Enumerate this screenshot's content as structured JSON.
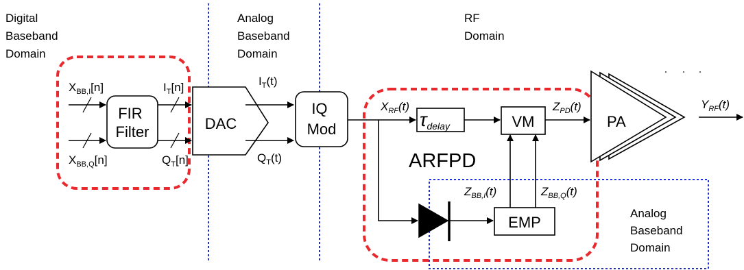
{
  "domains": {
    "digital_baseband": [
      "Digital",
      "Baseband",
      "Domain"
    ],
    "analog_baseband_top": [
      "Analog",
      "Baseband",
      "Domain"
    ],
    "rf": [
      "RF",
      "Domain"
    ],
    "analog_baseband_bottom": [
      "Analog",
      "Baseband",
      "Domain"
    ]
  },
  "blocks": {
    "fir": [
      "FIR",
      "Filter"
    ],
    "dac": "DAC",
    "iq_mod": [
      "IQ",
      "Mod"
    ],
    "tau_symbol": "τ",
    "tau_sub": "delay",
    "vm": "VM",
    "pa": "PA",
    "emp": "EMP",
    "arfpd": "ARFPD"
  },
  "signals": {
    "x_bb_i": {
      "main": "X",
      "sub": "BB,I",
      "tail": "[n]"
    },
    "x_bb_q": {
      "main": "X",
      "sub": "BB,Q",
      "tail": "[n]"
    },
    "i_t_n": {
      "main": "I",
      "sub": "T",
      "tail": "[n]"
    },
    "q_t_n": {
      "main": "Q",
      "sub": "T",
      "tail": "[n]"
    },
    "i_t_t": {
      "main": "I",
      "sub": "T",
      "tail": "(t)"
    },
    "q_t_t": {
      "main": "Q",
      "sub": "T",
      "tail": "(t)"
    },
    "x_rf": {
      "main": "X",
      "sub": "RF",
      "tail": "(t)"
    },
    "z_pd": {
      "main": "Z",
      "sub": "PD",
      "tail": "(t)"
    },
    "y_rf": {
      "main": "Y",
      "sub": "RF",
      "tail": "(t)"
    },
    "z_bb_i": {
      "main": "Z",
      "sub": "BB,I",
      "tail": "(t)"
    },
    "z_bb_q": {
      "main": "Z",
      "sub": "BB,Q",
      "tail": "(t)"
    }
  },
  "colors": {
    "predistortion_boundary": "#e8292e",
    "domain_boundary": "#1f2fd0",
    "ink": "#000000"
  }
}
